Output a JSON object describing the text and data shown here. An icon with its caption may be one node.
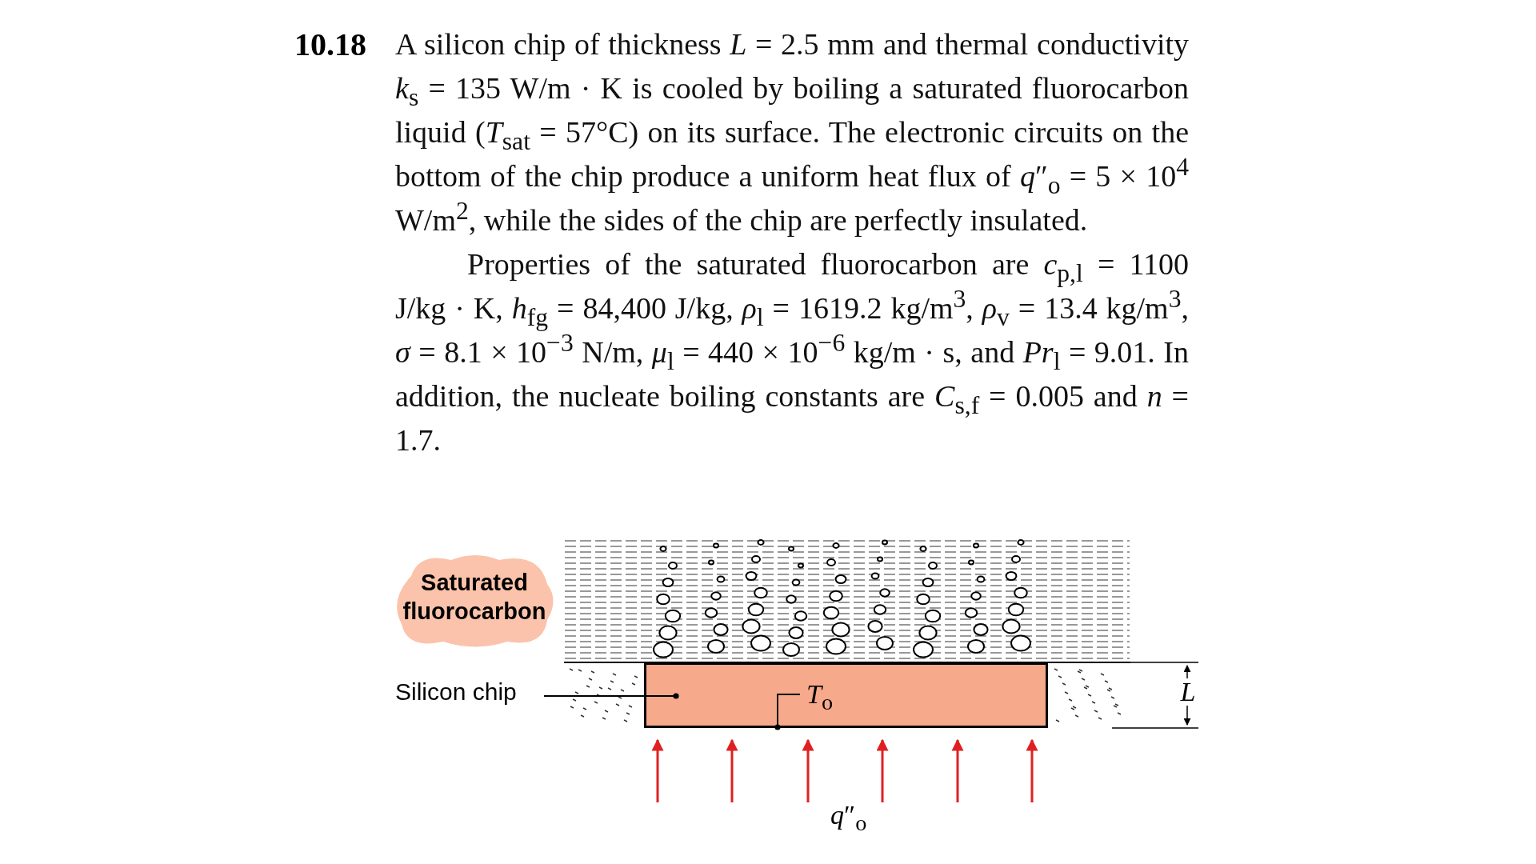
{
  "diagram": {
    "nodes": [
      {
        "text": [
          "Saturated fluorocarbon"
        ]
      },
      {
        "text": [
          "Silicon chip"
        ]
      },
      {
        "text": [],
        "shape": "box"
      },
      {
        "text": [
          "*T*$_{o}$"
        ],
        "in": 2
      }
    ],
    "edges": [
      {
        "from": 1,
        "to": 2,
        "arrow": "other"
      },
      {
        "from": 3,
        "to": 2,
        "arrow": "other"
      }
    ],
    "labels": [
      "10.18",
      "A silicon chip of thickness *L* = 2.5 mm and thermal conductivity *k*$_{s}$ = 135 W/m · K is cooled by boiling a saturated fluorocarbon liquid (*T*$_{sat}$ = 57°C) on its surface. The electronic circuits on the bottom of the chip produce a uniform heat flux of *q*″$_{o}$ = 5 × 10$^{4}$ W/m$^{2}$, while the sides of the chip are perfectly insulated.",
      "Properties of the saturated fluorocarbon are *c*$_{p,l}$ = 1100 J/kg · K, *h*$_{fg}$ = 84,400 J/kg, *ρ*$_{l}$ = 1619.2 kg/m$^{3}$, *ρ*$_{v}$ = 13.4 kg/m$^{3}$, *σ* = 8.1 × 10$^{−3}$ N/m, *μ*$_{l}$ = 440 × 10$^{−6}$ kg/m · s, and *Pr*$_{l}$ = 9.01. In addition, the nucleate boiling constants are *C*$_{s,f}$ = 0.005 and *n* = 1.7.",
      "*L*",
      "*q*″$_{o}$"
    ]
  }
}
